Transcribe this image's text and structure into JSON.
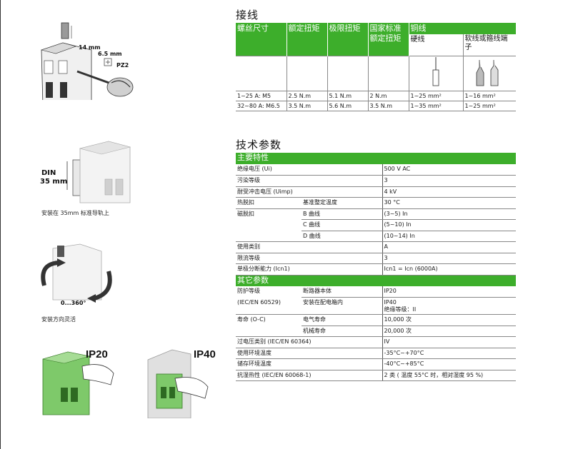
{
  "wiring": {
    "title": "接线",
    "headers": [
      "螺丝尺寸",
      "额定扭矩",
      "极限扭矩",
      "国家标准额定扭矩",
      "铜线"
    ],
    "copper_sub": [
      "硬线",
      "软线或箍线端子"
    ],
    "rows": [
      [
        "1~25 A: M5",
        "2.5 N.m",
        "5.1 N.m",
        "2 N.m",
        "1~25 mm²",
        "1~16 mm²"
      ],
      [
        "32~80 A: M6.5",
        "3.5 N.m",
        "5.6 N.m",
        "3.5 N.m",
        "1~35 mm²",
        "1~25 mm²"
      ]
    ]
  },
  "tech": {
    "title": "技术参数",
    "section_main": "主要特性",
    "main_rows": [
      {
        "label": "绝缘电压 (Ui)",
        "value": "500 V AC"
      },
      {
        "label": "污染等级",
        "value": "3"
      },
      {
        "label": "耐受冲击电压 (Uimp)",
        "value": "4 kV"
      }
    ],
    "thermal": {
      "label": "热脱扣",
      "sub": "基准整定温度",
      "value": "30 °C"
    },
    "magnetic": {
      "label": "磁脱扣",
      "rows": [
        {
          "sub": "B 曲线",
          "value": "(3~5) In"
        },
        {
          "sub": "C 曲线",
          "value": "(5~10) In"
        },
        {
          "sub": "D 曲线",
          "value": "(10~14) In"
        }
      ]
    },
    "main_rows2": [
      {
        "label": "使用类别",
        "value": "A"
      },
      {
        "label": "限流等级",
        "value": "3"
      },
      {
        "label": "单极分断能力 (Icn1)",
        "value": "Icn1 = Icn (6000A)"
      }
    ],
    "section_other": "其它参数",
    "protection": {
      "label": "防护等级",
      "label2": "(IEC/EN 60529)",
      "rows": [
        {
          "sub": "断路器本体",
          "value": "IP20"
        },
        {
          "sub": "安装在配电箱内",
          "value": "IP40",
          "value2": "绝缘等级：II"
        }
      ]
    },
    "life": {
      "label": "寿命 (O-C)",
      "rows": [
        {
          "sub": "电气寿命",
          "value": "10,000 次"
        },
        {
          "sub": "机械寿命",
          "value": "20,000 次"
        }
      ]
    },
    "other_rows": [
      {
        "label": "过电压类别 (IEC/EN 60364)",
        "value": "IV"
      },
      {
        "label": "使用环境温度",
        "value": "-35°C~+70°C"
      },
      {
        "label": "储存环境温度",
        "value": "-40°C~+85°C"
      },
      {
        "label": "抗湿热性 (IEC/EN 60068-1)",
        "value": "2 类 ( 温度 55°C 时，相对湿度 95 %)"
      }
    ]
  },
  "figures": {
    "strip_length": "14 mm",
    "screwdriver_size": "6.5 mm",
    "screwdriver_type": "PZ2",
    "din_label": "DIN",
    "din_size": "35 mm",
    "din_caption": "安装在 35mm 标准导轨上",
    "rotation_label": "0...360°",
    "rotation_caption": "安装方向灵活",
    "ip20_label": "IP20",
    "ip40_label": "IP40"
  },
  "colors": {
    "accent_green": "#3dae2b",
    "device_green": "#7ec96a"
  }
}
